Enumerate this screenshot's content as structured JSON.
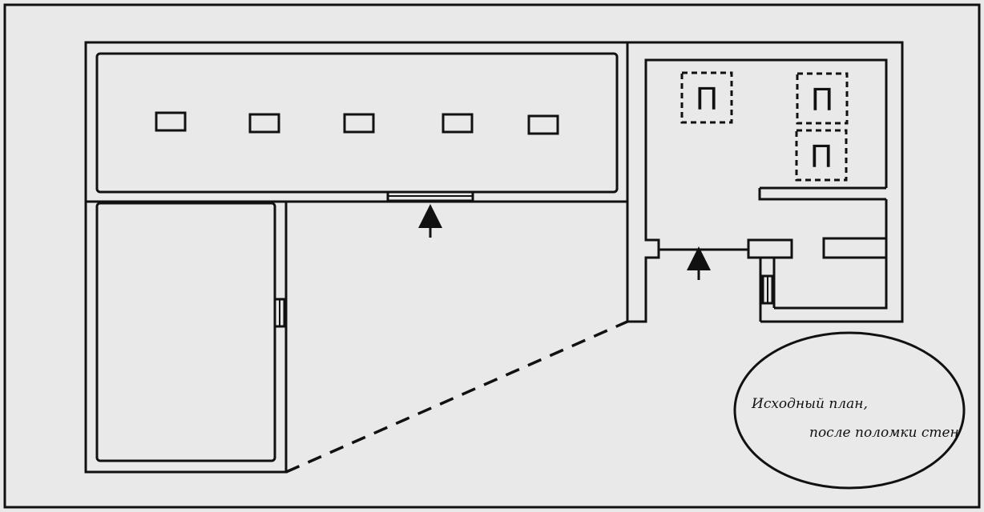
{
  "diagram": {
    "type": "floor-plan-sketch",
    "colors": {
      "background": "#e9e9e9",
      "line": "#111111"
    },
    "note": {
      "line1": "Исходный план,",
      "line2": "после поломки стен"
    },
    "fixture_marks": [
      {
        "label": "П"
      },
      {
        "label": "П"
      },
      {
        "label": "П"
      }
    ]
  }
}
